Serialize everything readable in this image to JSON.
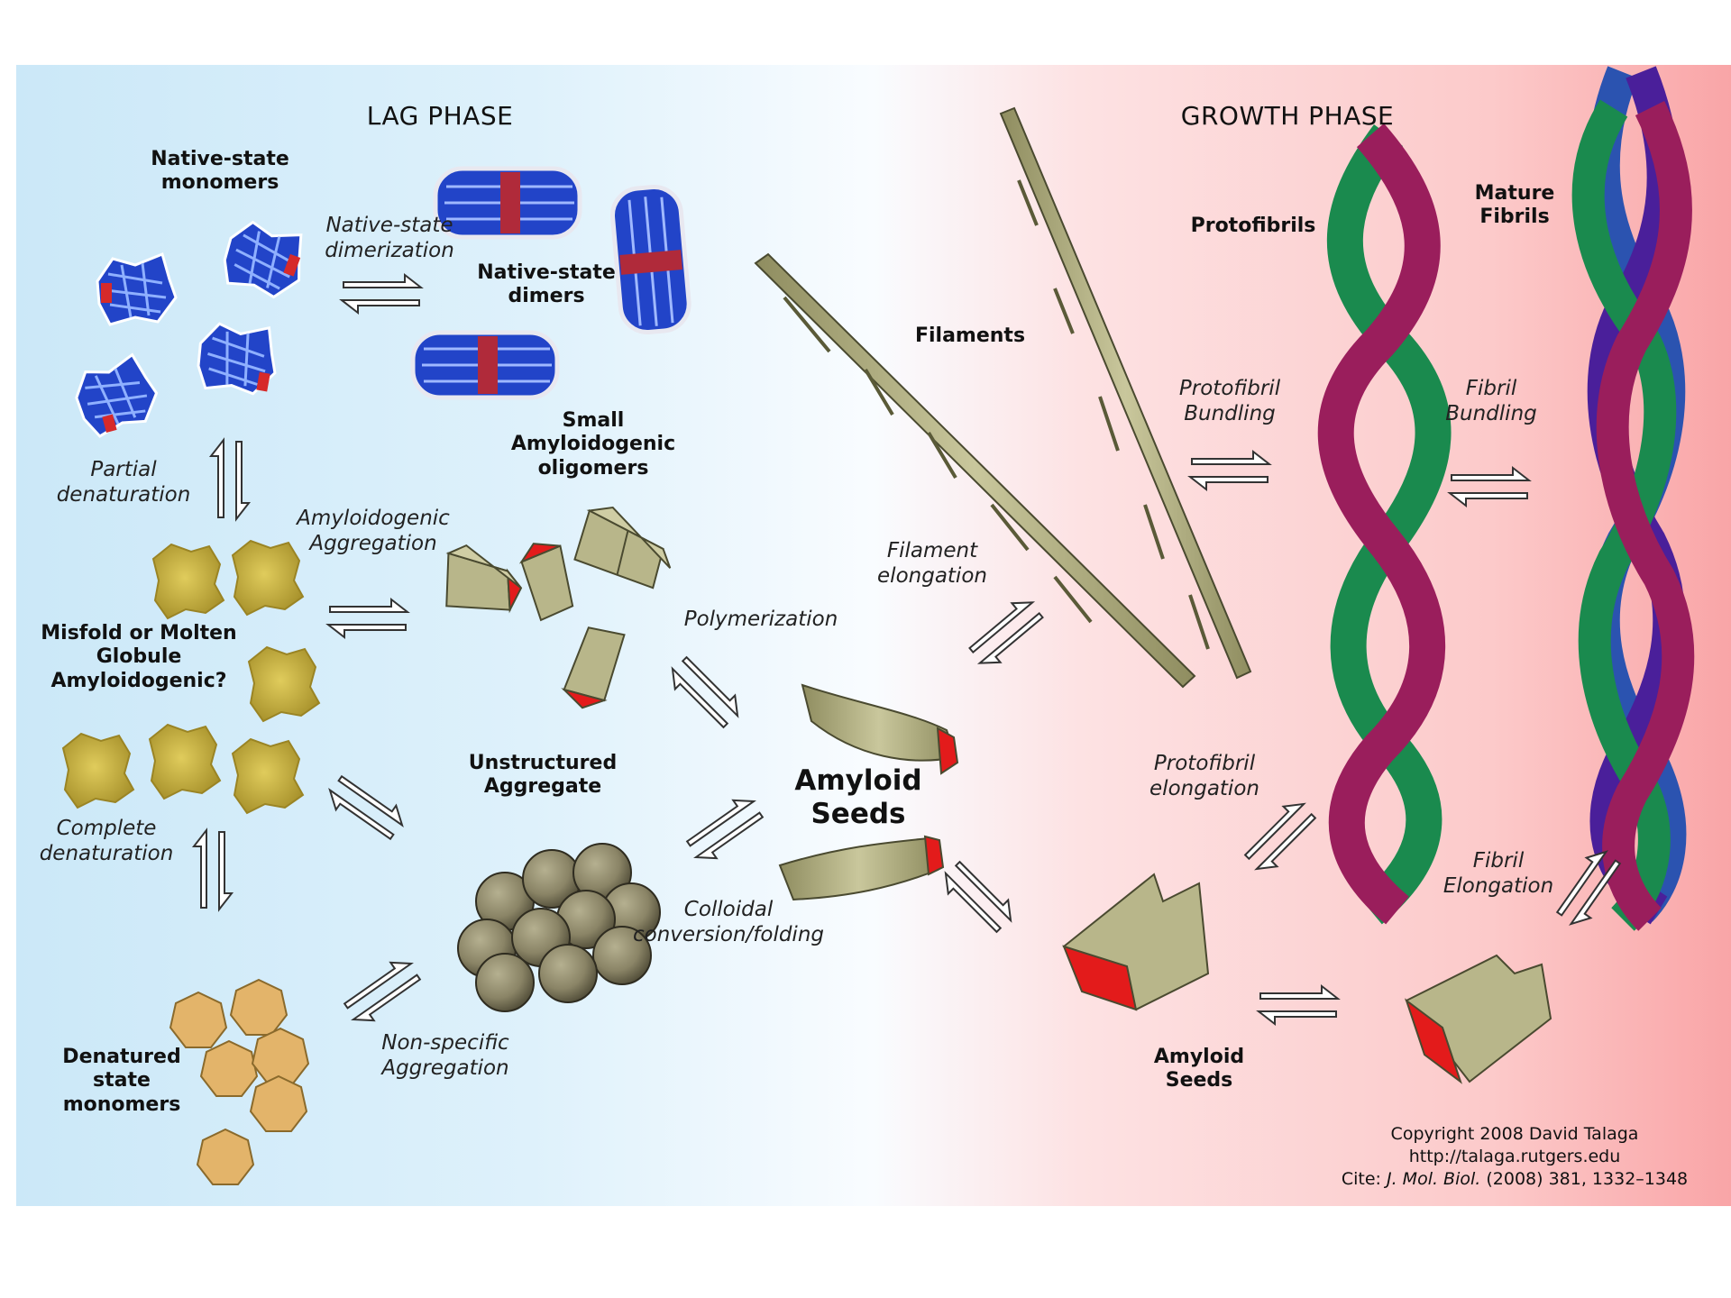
{
  "phases": {
    "lag": "LAG PHASE",
    "growth": "GROWTH PHASE"
  },
  "species": {
    "native_monomers": "Native-state\nmonomers",
    "native_dimers": "Native-state\ndimers",
    "small_oligomers": "Small\nAmyloidogenic\noligomers",
    "misfold": "Misfold or Molten\nGlobule\nAmyloidogenic?",
    "unstructured": "Unstructured\nAggregate",
    "denatured": "Denatured\nstate\nmonomers",
    "amyloid_seeds_center": "Amyloid\nSeeds",
    "filaments": "Filaments",
    "protofibrils": "Protofibrils",
    "mature_fibrils": "Mature\nFibrils",
    "amyloid_seeds_right": "Amyloid\nSeeds"
  },
  "processes": {
    "native_dimerization": "Native-state\ndimerization",
    "partial_denaturation": "Partial\ndenaturation",
    "amyloidogenic_aggregation": "Amyloidogenic\nAggregation",
    "polymerization": "Polymerization",
    "complete_denaturation": "Complete\ndenaturation",
    "colloidal": "Colloidal\nconversion/folding",
    "nonspecific": "Non-specific\nAggregation",
    "filament_elongation": "Filament\nelongation",
    "protofibril_bundling": "Protofibril\nBundling",
    "fibril_bundling": "Fibril\nBundling",
    "protofibril_elongation": "Protofibril\nelongation",
    "fibril_elongation": "Fibril\nElongation"
  },
  "copyright": {
    "line1": "Copyright 2008 David Talaga",
    "line2": "http://talaga.rutgers.edu",
    "cite_prefix": "Cite: ",
    "journal": "J. Mol. Biol.",
    "cite_rest": " (2008) 381, 1332–1348"
  },
  "colors": {
    "lag_background": "#cbe8f8",
    "growth_background": "#f9a5a7",
    "protein_blue": "#2244c8",
    "helix_red": "#d62a2a",
    "molten_yellow": "#c9b23e",
    "denatured_tan": "#e3b46a",
    "filament_olive": "#b6b486",
    "seed_face_red": "#e31b1b",
    "strand_green": "#1a8a4e",
    "strand_magenta": "#9a1e5c",
    "strand_blue": "#2b53b0",
    "strand_purple": "#4a1f9a"
  }
}
